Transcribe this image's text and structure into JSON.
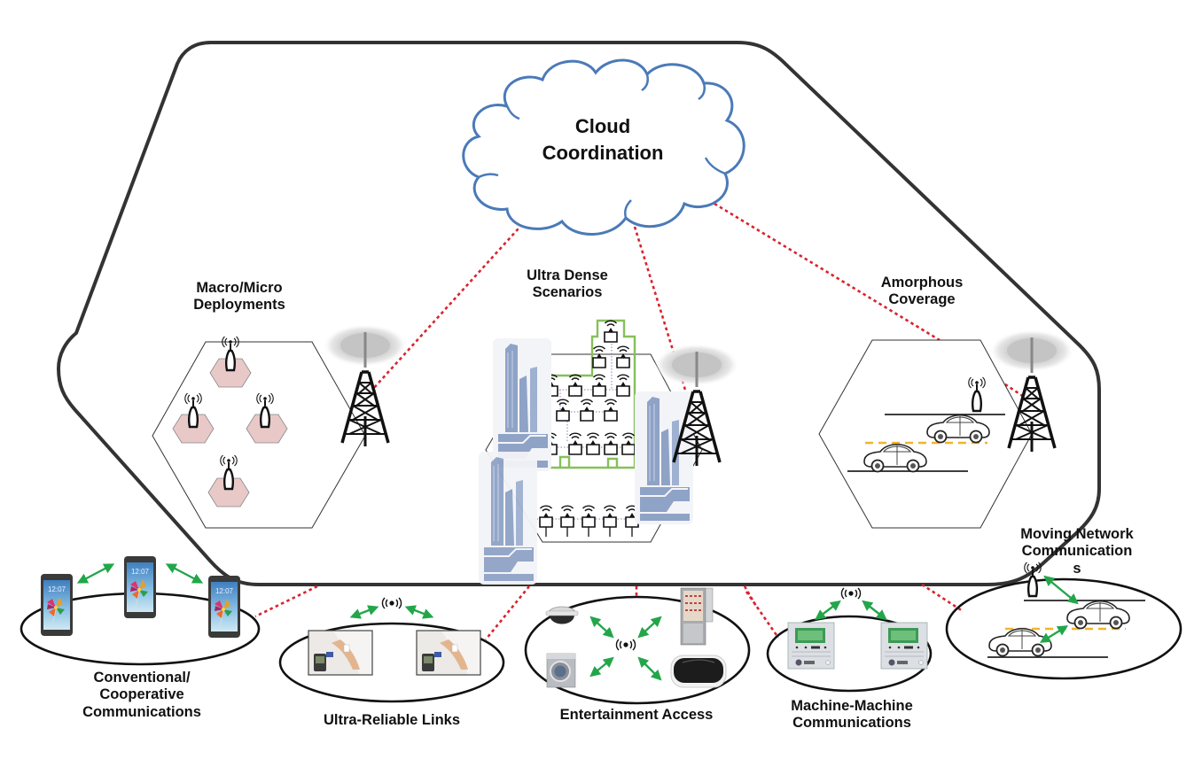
{
  "diagram": {
    "title": "5G network scenarios with cloud coordination",
    "center": {
      "label": "Cloud\nCoordination",
      "icon": "cloud-icon",
      "color": "#4a7ab8"
    },
    "colors": {
      "frame": "#333333",
      "link_dashed": "#d9232d",
      "wireless_arrow": "#22a64a",
      "small_cell_fill": "#e9c8c8",
      "hetnet_boundary": "#86c05a",
      "building": "#8fa3c7",
      "lane_marker": "#f0b52a"
    },
    "inner_scenarios": [
      {
        "id": "macro-micro",
        "label": "Macro/Micro\nDeployments",
        "icons": [
          "macro-tower-icon",
          "small-cell-icon"
        ],
        "small_cells": 4
      },
      {
        "id": "ultra-dense",
        "label": "Ultra Dense\nScenarios",
        "icons": [
          "macro-tower-icon",
          "building-icon",
          "access-point-icon"
        ],
        "access_points": 24
      },
      {
        "id": "amorphous",
        "label": "Amorphous\nCoverage",
        "icons": [
          "macro-tower-icon",
          "small-cell-icon",
          "car-icon"
        ],
        "cars": 2
      }
    ],
    "outer_scenarios": [
      {
        "id": "conventional",
        "label": "Conventional/\nCooperative\nCommunications",
        "icons": [
          "smartphone-icon"
        ],
        "devices": 3,
        "phone_clock": "12:07"
      },
      {
        "id": "ultra-reliable",
        "label": "Ultra-Reliable Links",
        "icons": [
          "medical-monitor-icon",
          "wireless-hub-icon"
        ],
        "devices": 2
      },
      {
        "id": "entertainment",
        "label": "Entertainment Access",
        "icons": [
          "camera-icon",
          "fridge-icon",
          "washing-machine-icon",
          "speaker-icon",
          "wireless-hub-icon"
        ],
        "devices": 4
      },
      {
        "id": "m2m",
        "label": "Machine-Machine\nCommunications",
        "icons": [
          "smart-meter-icon",
          "wireless-hub-icon"
        ],
        "devices": 2
      },
      {
        "id": "moving-network",
        "label": "Moving Network\nCommunication\ns",
        "icons": [
          "small-cell-icon",
          "car-icon"
        ],
        "devices": 2
      }
    ]
  }
}
